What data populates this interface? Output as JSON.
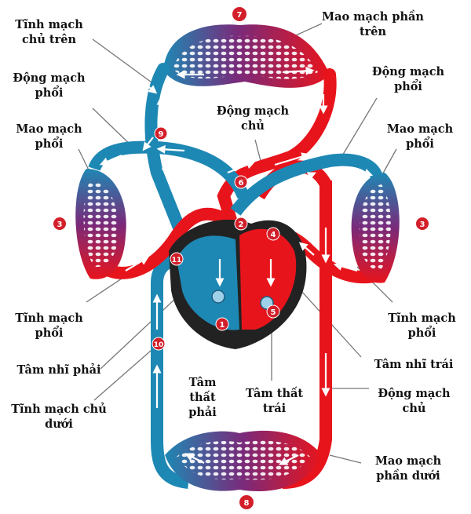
{
  "labels": {
    "tinh_mach_chu_tren": [
      "Tĩnh mạch",
      "chủ trên"
    ],
    "mao_mach_phan_tren": [
      "Mao mạch phần",
      "trên"
    ],
    "dong_mach_phoi_left": [
      "Động mạch",
      "phổi"
    ],
    "dong_mach_phoi_right": [
      "Động mạch",
      "phổi"
    ],
    "dong_mach_chu_top": [
      "Động mạch",
      "chủ"
    ],
    "mao_mach_phoi_left": [
      "Mao mạch",
      "phổi"
    ],
    "mao_mach_phoi_right": [
      "Mao mạch",
      "phổi"
    ],
    "tinh_mach_phoi_left": [
      "Tĩnh mạch",
      "phổi"
    ],
    "tinh_mach_phoi_right": [
      "Tĩnh mạch",
      "phổi"
    ],
    "tam_nhi_phai": [
      "Tâm nhĩ phải"
    ],
    "tam_nhi_trai": [
      "Tâm nhĩ trái"
    ],
    "tinh_mach_chu_duoi": [
      "Tĩnh mạch chủ",
      "dưới"
    ],
    "tam_that_phai": [
      "Tâm",
      "thất",
      "phải"
    ],
    "tam_that_trai": [
      "Tâm thất",
      "trái"
    ],
    "dong_mach_chu_bottom": [
      "Động mạch",
      "chủ"
    ],
    "mao_mach_phan_duoi": [
      "Mao mạch",
      "phần dưới"
    ]
  },
  "numbers": {
    "n7": "7",
    "n9": "9",
    "n6": "6",
    "n2": "2",
    "n4": "4",
    "n3_left": "3",
    "n3_right": "3",
    "n11": "11",
    "n1": "1",
    "n5": "5",
    "n10": "10",
    "n8": "8"
  },
  "colors": {
    "oxygenated": "#e8141c",
    "deoxygenated": "#1e88b4",
    "capillary": "#7a1f6e",
    "heart_dark": "#222222",
    "marker": "#d21f2a"
  }
}
